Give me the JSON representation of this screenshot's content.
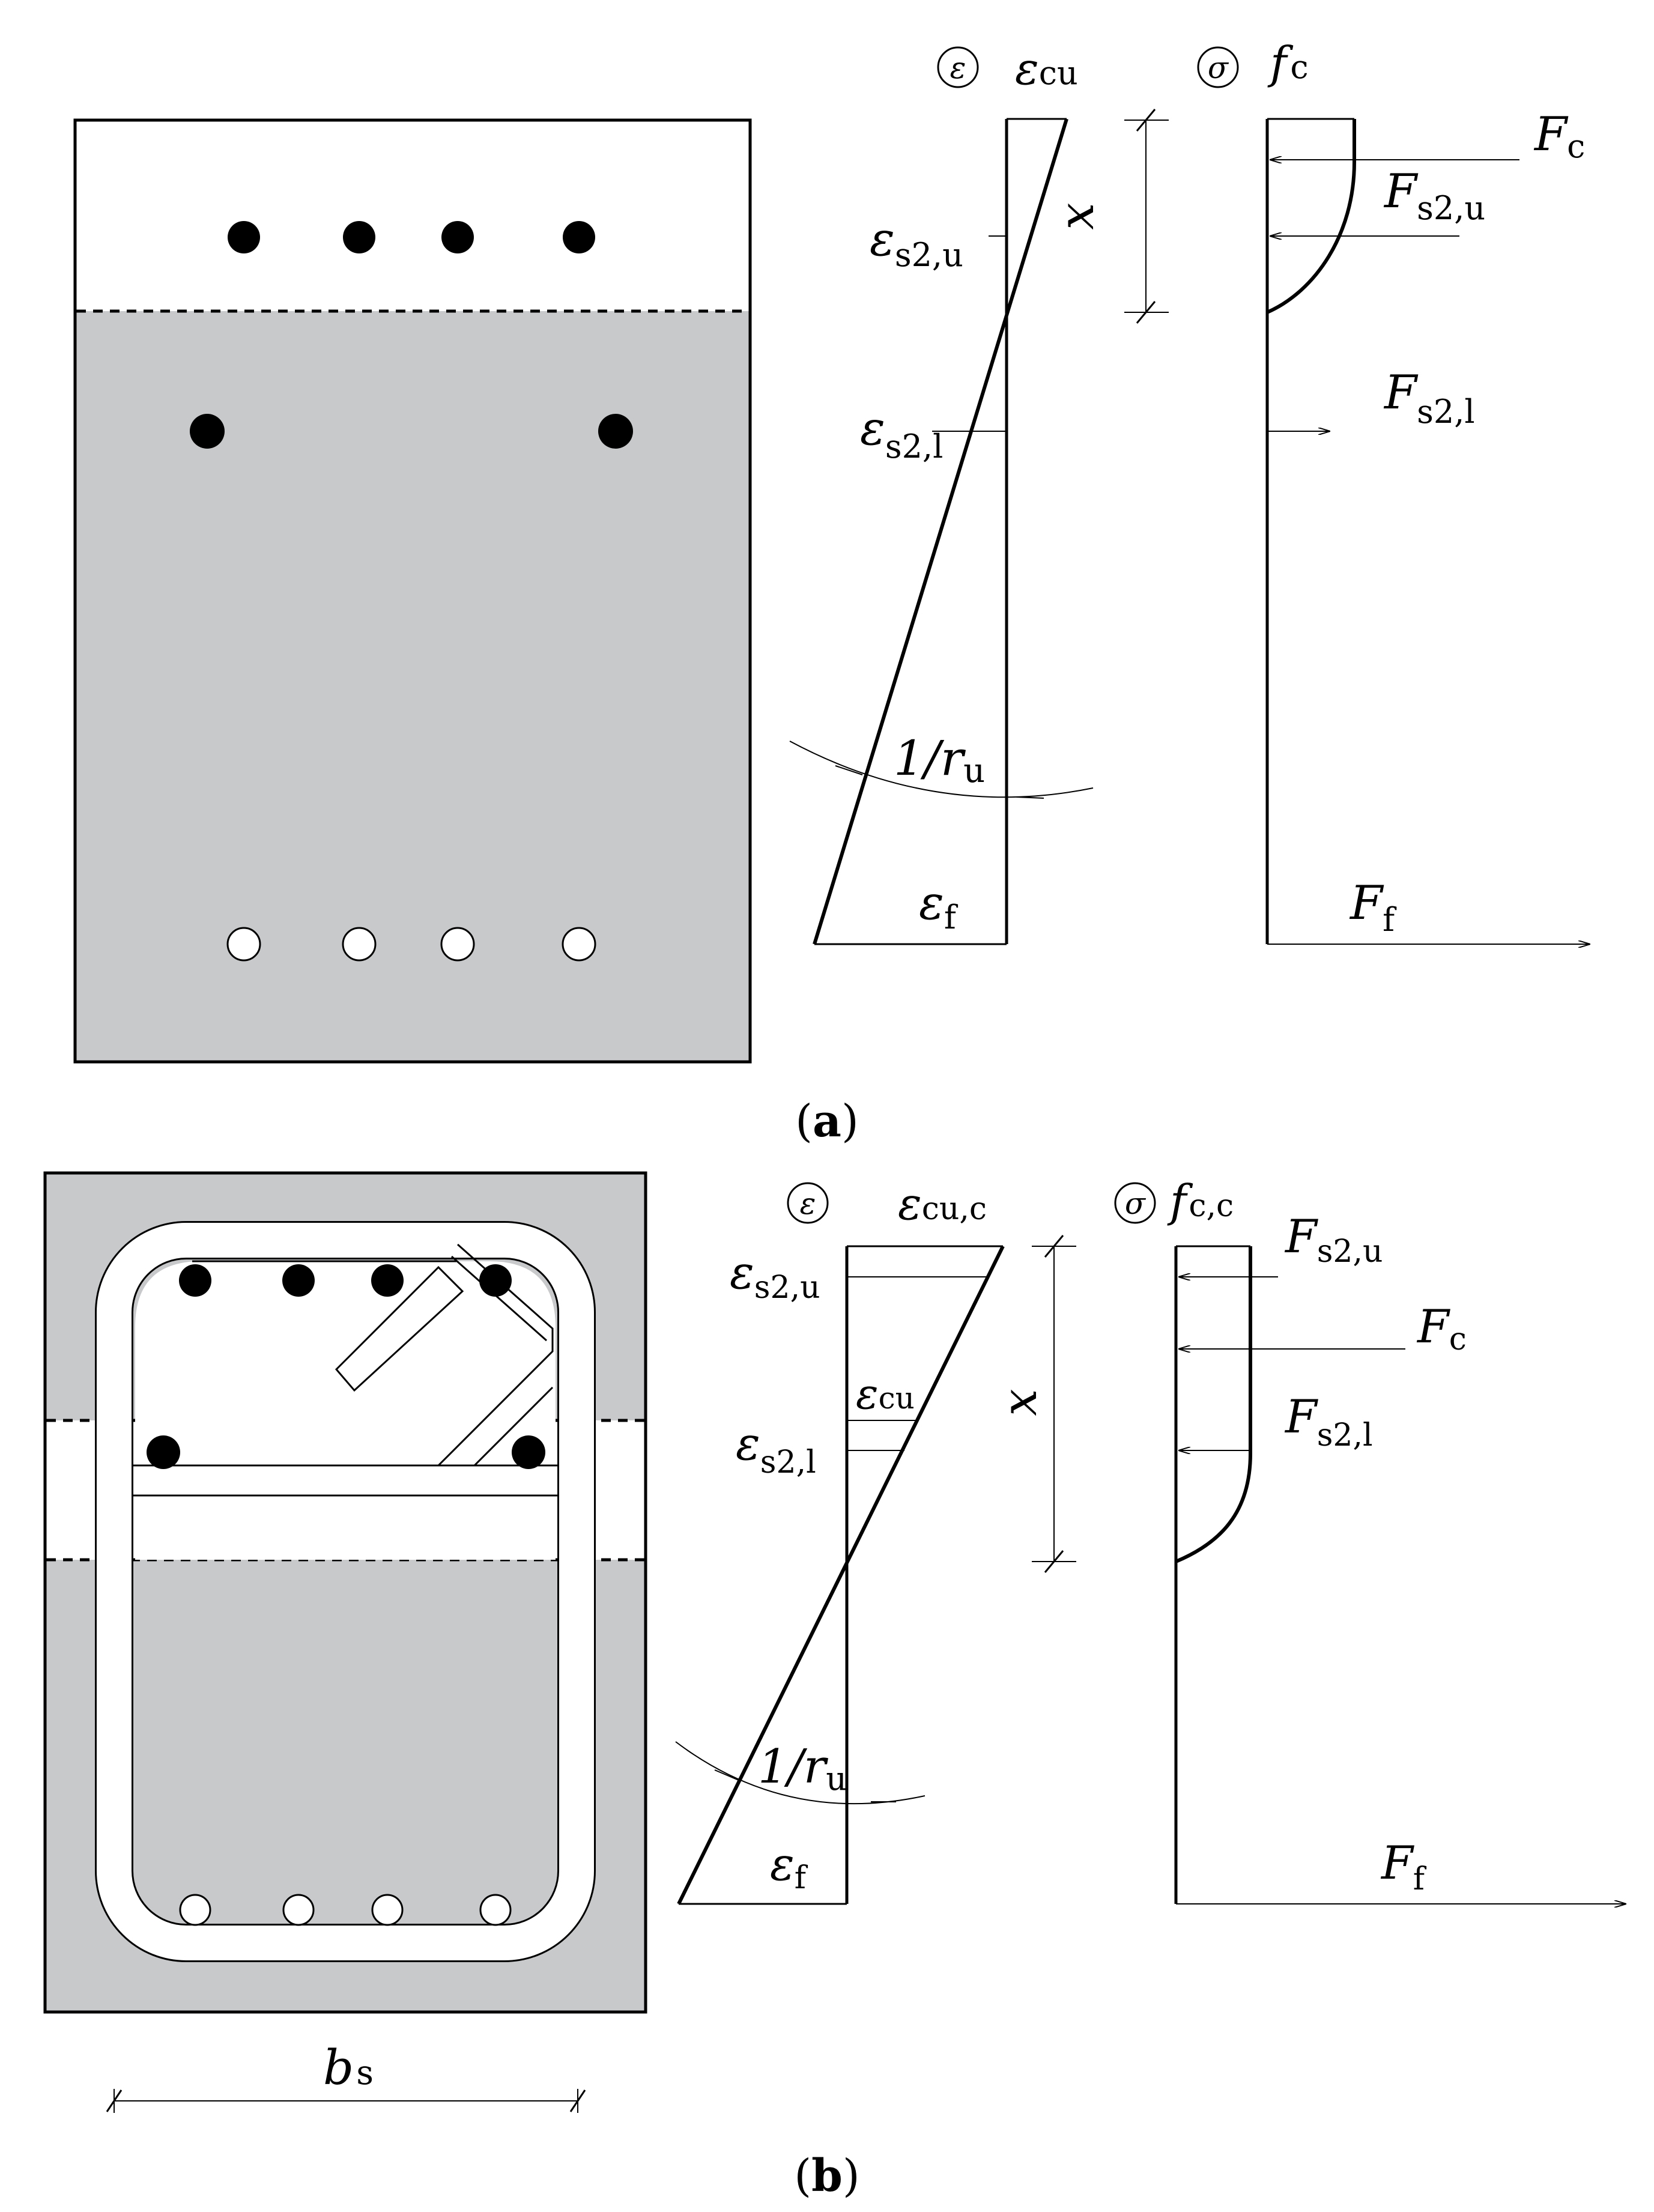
{
  "panel_a": {
    "caption_open": "(",
    "caption_letter": "a",
    "caption_close": ")",
    "strain_circle_symbol": "ε",
    "stress_circle_symbol": "σ",
    "strain_top": {
      "main": "ε",
      "sub": "cu"
    },
    "stress_top": {
      "main": "f",
      "sub": "c"
    },
    "force_c": {
      "main": "F",
      "sub": "c"
    },
    "force_s2u": {
      "main": "F",
      "sub": "s2,u"
    },
    "force_s2l": {
      "main": "F",
      "sub": "s2,l"
    },
    "force_f": {
      "main": "F",
      "sub": "f"
    },
    "strain_s2u": {
      "main": "ε",
      "sub": "s2,u"
    },
    "strain_s2l": {
      "main": "ε",
      "sub": "s2,l"
    },
    "strain_f": {
      "main": "ε",
      "sub": "f"
    },
    "curvature": {
      "main": "1/r",
      "sub": "u"
    },
    "depth": "x"
  },
  "panel_b": {
    "caption_open": "(",
    "caption_letter": "b",
    "caption_close": ")",
    "strain_circle_symbol": "ε",
    "stress_circle_symbol": "σ",
    "strain_top": {
      "main": "ε",
      "sub": "cu,c"
    },
    "stress_top": {
      "main": "f",
      "sub": "c,c"
    },
    "force_s2u": {
      "main": "F",
      "sub": "s2,u"
    },
    "force_c": {
      "main": "F",
      "sub": "c"
    },
    "force_s2l": {
      "main": "F",
      "sub": "s2,l"
    },
    "force_f": {
      "main": "F",
      "sub": "f"
    },
    "strain_s2u": {
      "main": "ε",
      "sub": "s2,u"
    },
    "strain_cu": {
      "main": "ε",
      "sub": "cu"
    },
    "strain_s2l": {
      "main": "ε",
      "sub": "s2,l"
    },
    "strain_f": {
      "main": "ε",
      "sub": "f"
    },
    "curvature": {
      "main": "1/r",
      "sub": "u"
    },
    "depth": "x",
    "width": {
      "main": "b",
      "sub": "s"
    }
  },
  "colors": {
    "ink": "#000000",
    "section_fill": "#c8c9cb",
    "paper": "#ffffff"
  }
}
